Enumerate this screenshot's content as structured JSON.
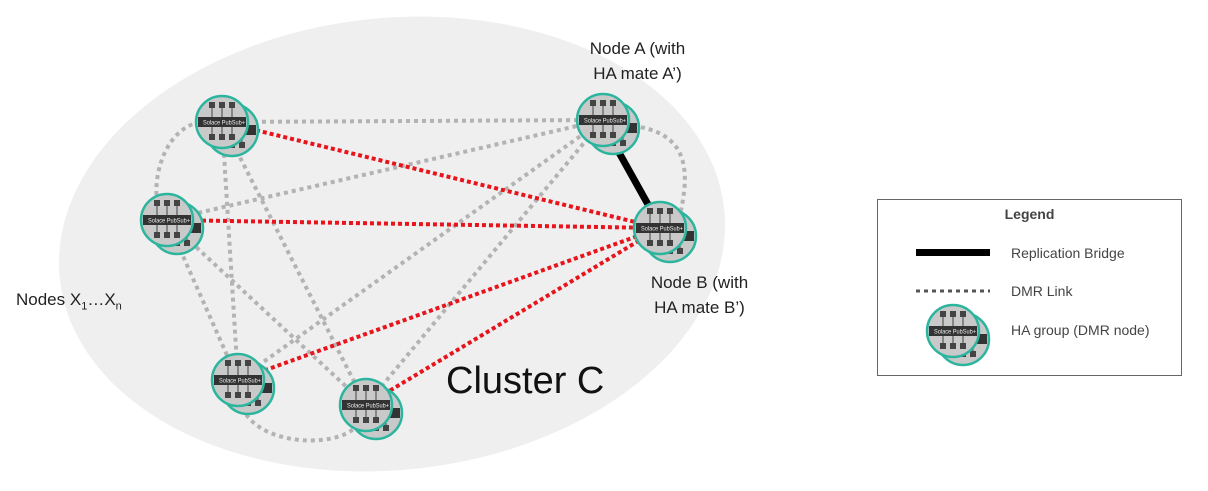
{
  "diagram": {
    "cluster_label": "Cluster C",
    "node_a_label": [
      "Node A (with",
      "HA mate A’)"
    ],
    "node_b_label": [
      "Node B (with",
      "HA mate B’)"
    ],
    "nodes_x_label": {
      "prefix": "Nodes X",
      "sub1": "1",
      "mid": "…X",
      "subn": "n"
    },
    "node_icon_text": "Solace PubSub+",
    "colors": {
      "cluster": "#efefef",
      "dmr_link": "#b3b3b3",
      "dmr_link_to_b": "#e8141b",
      "replication_bridge": "#000000",
      "node_ring": "#2bb59e"
    }
  },
  "legend": {
    "title": "Legend",
    "items": [
      {
        "label": "Replication Bridge",
        "icon": "solid-line"
      },
      {
        "label": "DMR Link",
        "icon": "dotted-line"
      },
      {
        "label": "HA group (DMR node)",
        "icon": "ha-group-node-icon"
      }
    ]
  }
}
